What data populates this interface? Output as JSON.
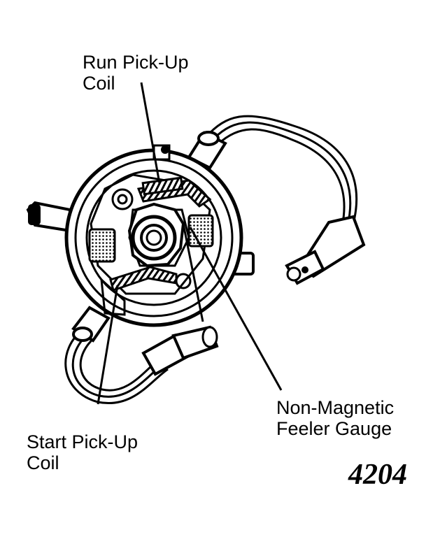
{
  "labels": {
    "run_pickup": [
      "Run Pick-Up",
      "Coil"
    ],
    "start_pickup": [
      "Start Pick-Up",
      "Coil"
    ],
    "feeler_gauge": [
      "Non-Magnetic",
      "Feeler Gauge"
    ]
  },
  "figure_number": "4204",
  "colors": {
    "ink": "#000000",
    "paper": "#ffffff"
  }
}
